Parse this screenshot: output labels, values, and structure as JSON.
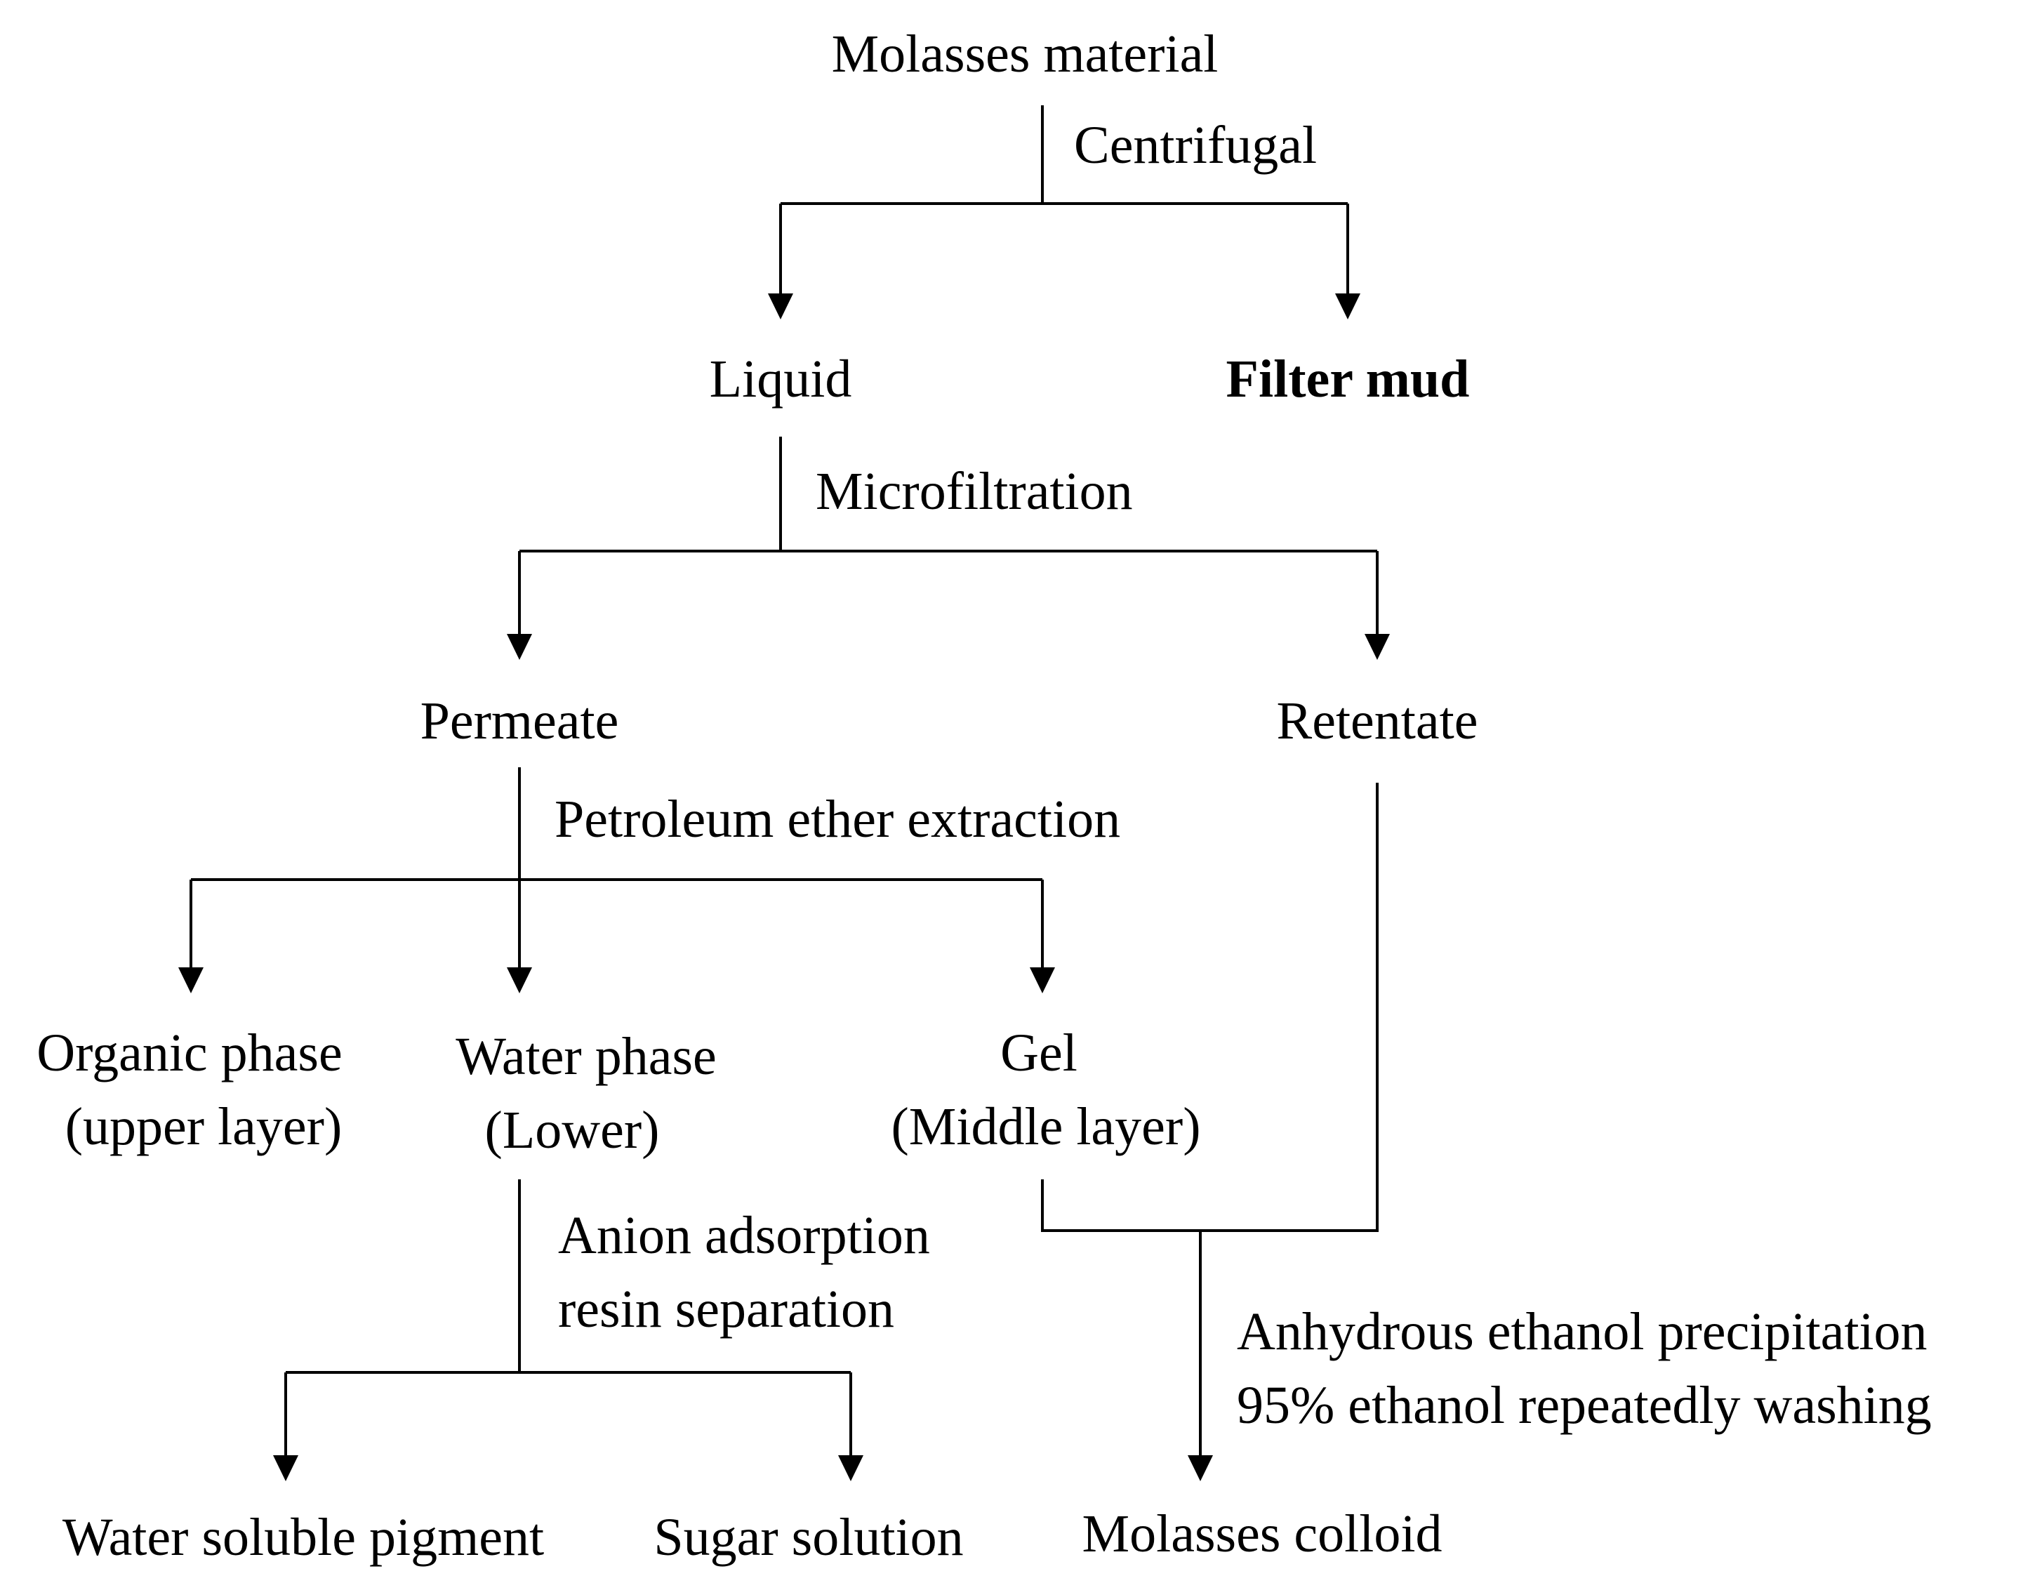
{
  "nodes": {
    "molasses_material": "Molasses material",
    "liquid": "Liquid",
    "filter_mud": "Filter mud",
    "permeate": "Permeate",
    "retentate": "Retentate",
    "organic_phase_l1": "Organic phase",
    "organic_phase_l2": "(upper layer)",
    "water_phase_l1": "Water phase",
    "water_phase_l2": "(Lower)",
    "gel_l1": "Gel",
    "gel_l2": "(Middle layer)",
    "water_soluble_pigment": "Water soluble pigment",
    "sugar_solution": "Sugar solution",
    "molasses_colloid": "Molasses colloid"
  },
  "steps": {
    "centrifugal": "Centrifugal",
    "microfiltration": "Microfiltration",
    "petroleum_ether": "Petroleum ether extraction",
    "anion_l1": "Anion adsorption",
    "anion_l2": "resin separation",
    "ethanol_l1": "Anhydrous ethanol precipitation",
    "ethanol_l2": "95% ethanol repeatedly washing"
  }
}
